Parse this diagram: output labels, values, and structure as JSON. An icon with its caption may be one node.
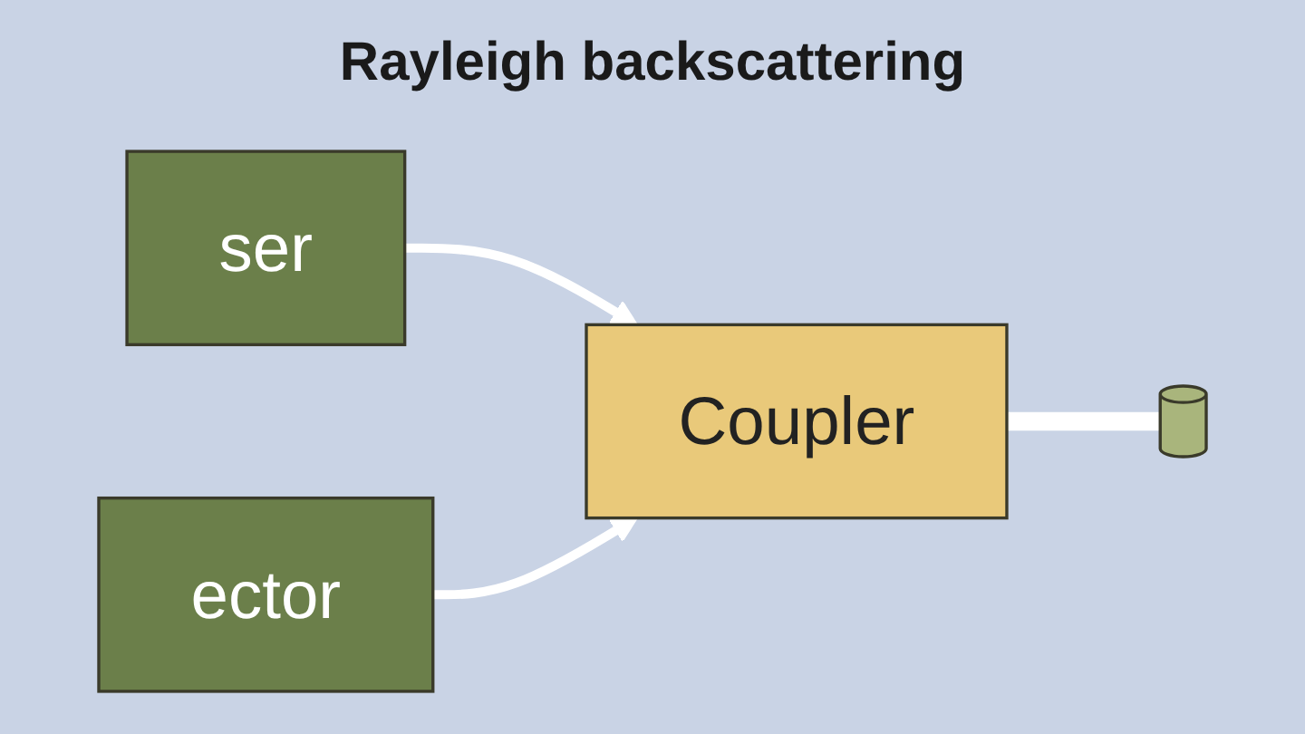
{
  "diagram": {
    "title": "Rayleigh backscattering",
    "nodes": [
      {
        "text": [
          "ser"
        ]
      },
      {
        "text": [
          "Coupler"
        ]
      },
      {
        "text": [
          "ector"
        ]
      },
      {
        "text": [],
        "shape": "cylinder"
      }
    ],
    "edges": [
      {
        "from": 0,
        "to": 1,
        "arrow": "to",
        "color": "#ffffff"
      },
      {
        "from": 2,
        "to": 1,
        "arrow": "to",
        "color": "#ffffff"
      },
      {
        "from": 1,
        "to": 3,
        "arrow": "none",
        "style": "thick",
        "color": "#ffffff"
      }
    ]
  }
}
